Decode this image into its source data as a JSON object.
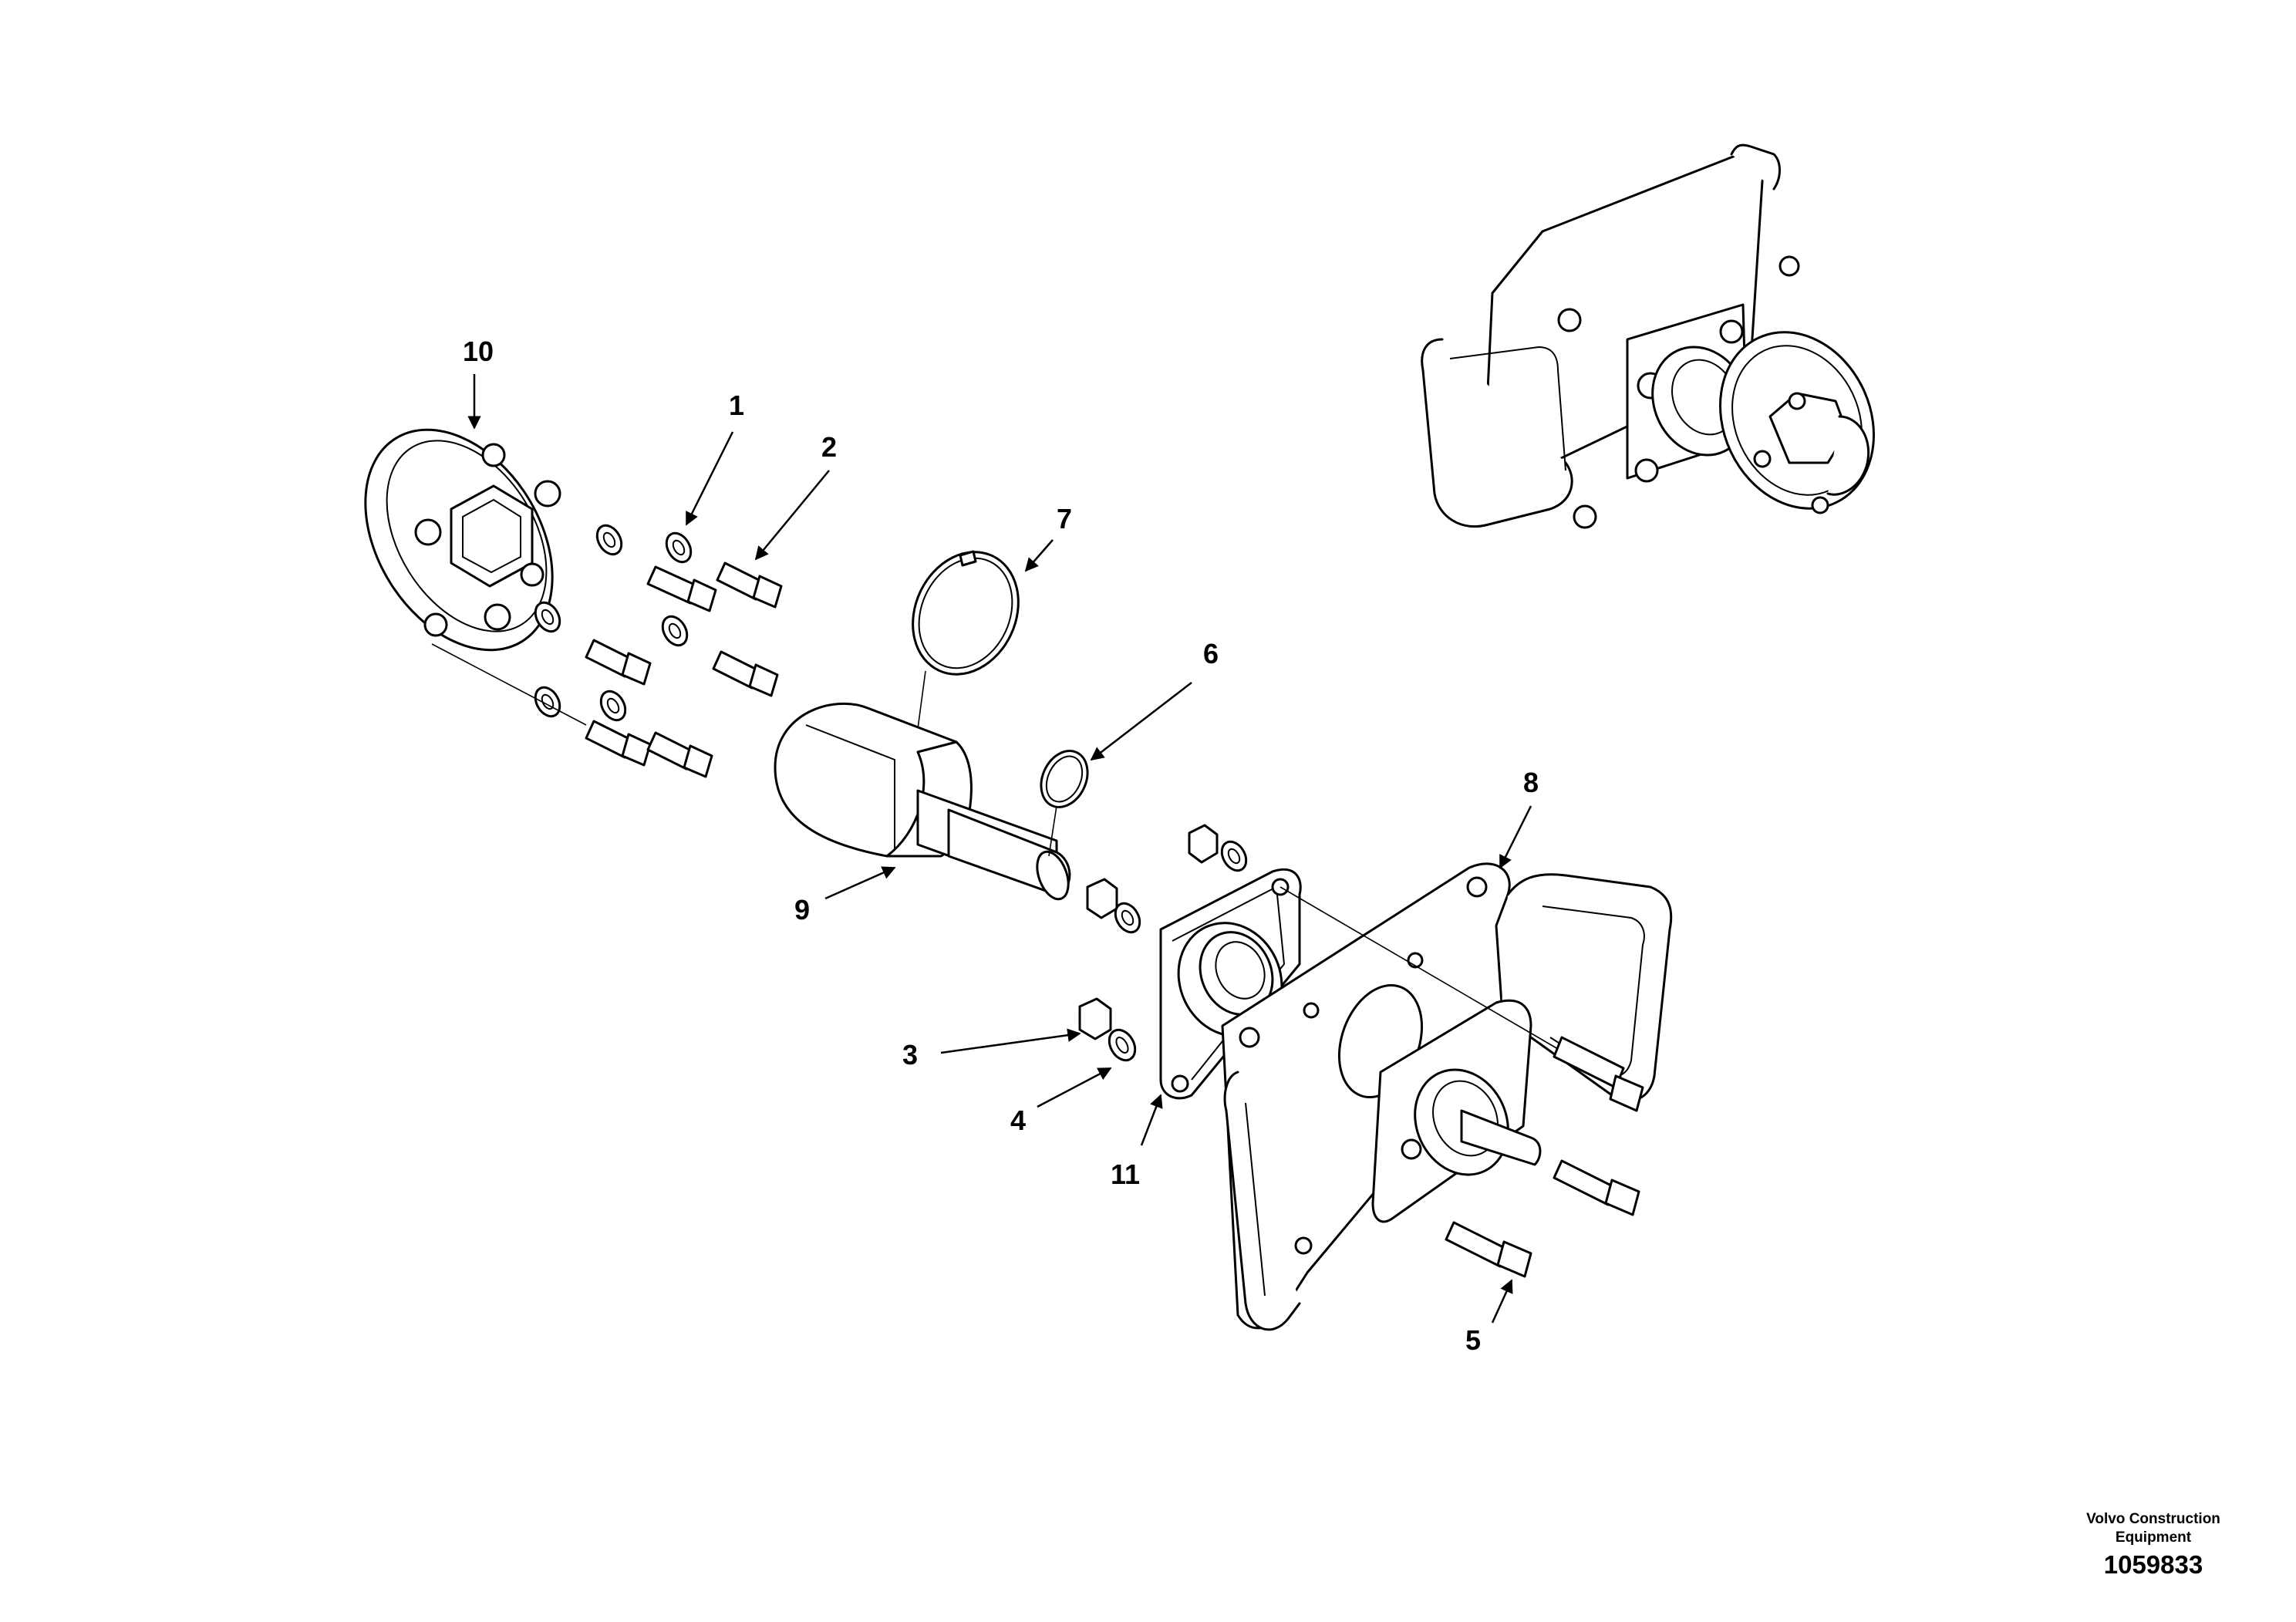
{
  "callouts": [
    "1",
    "2",
    "3",
    "4",
    "5",
    "6",
    "7",
    "8",
    "9",
    "10",
    "11"
  ],
  "footer": {
    "brand_line1": "Volvo Construction",
    "brand_line2": "Equipment",
    "doc_number": "1059833"
  }
}
